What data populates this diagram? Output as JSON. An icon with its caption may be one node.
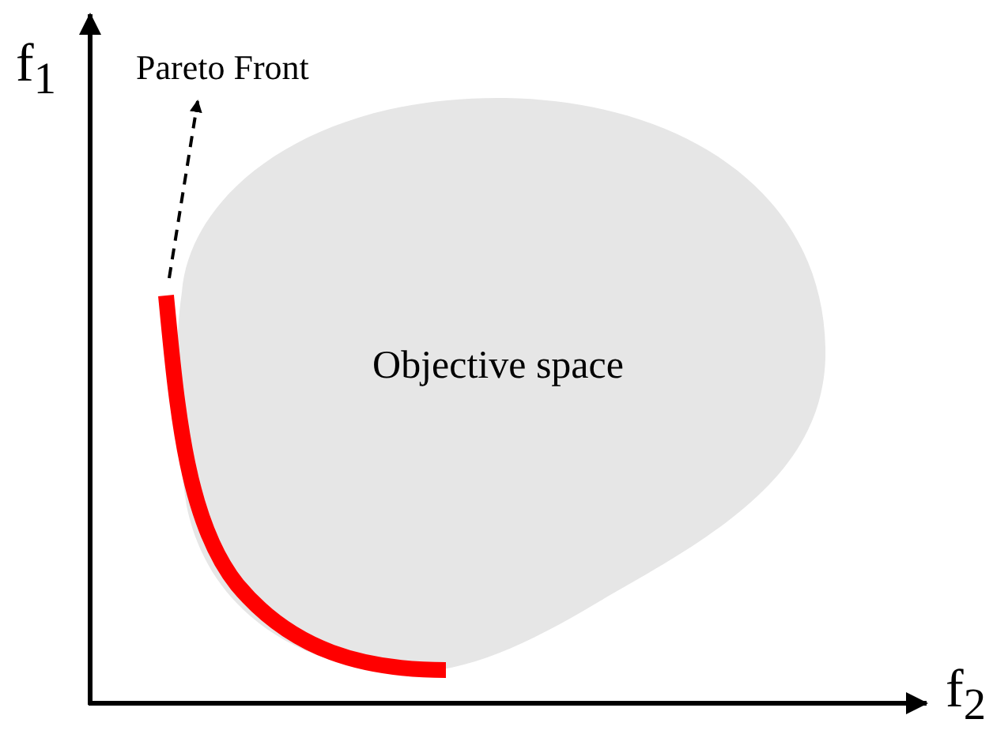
{
  "diagram": {
    "nodes": [
      {
        "text": [
          "Objective space"
        ]
      },
      {
        "text": [],
        "shape": "curve"
      },
      {
        "text": [
          "Pareto Front"
        ]
      }
    ],
    "edges": [
      {
        "from": 1,
        "to": 2,
        "arrow": "to",
        "style": "dashed"
      }
    ],
    "labels": [
      "f$_{1}$",
      "f$_{2}$"
    ]
  }
}
